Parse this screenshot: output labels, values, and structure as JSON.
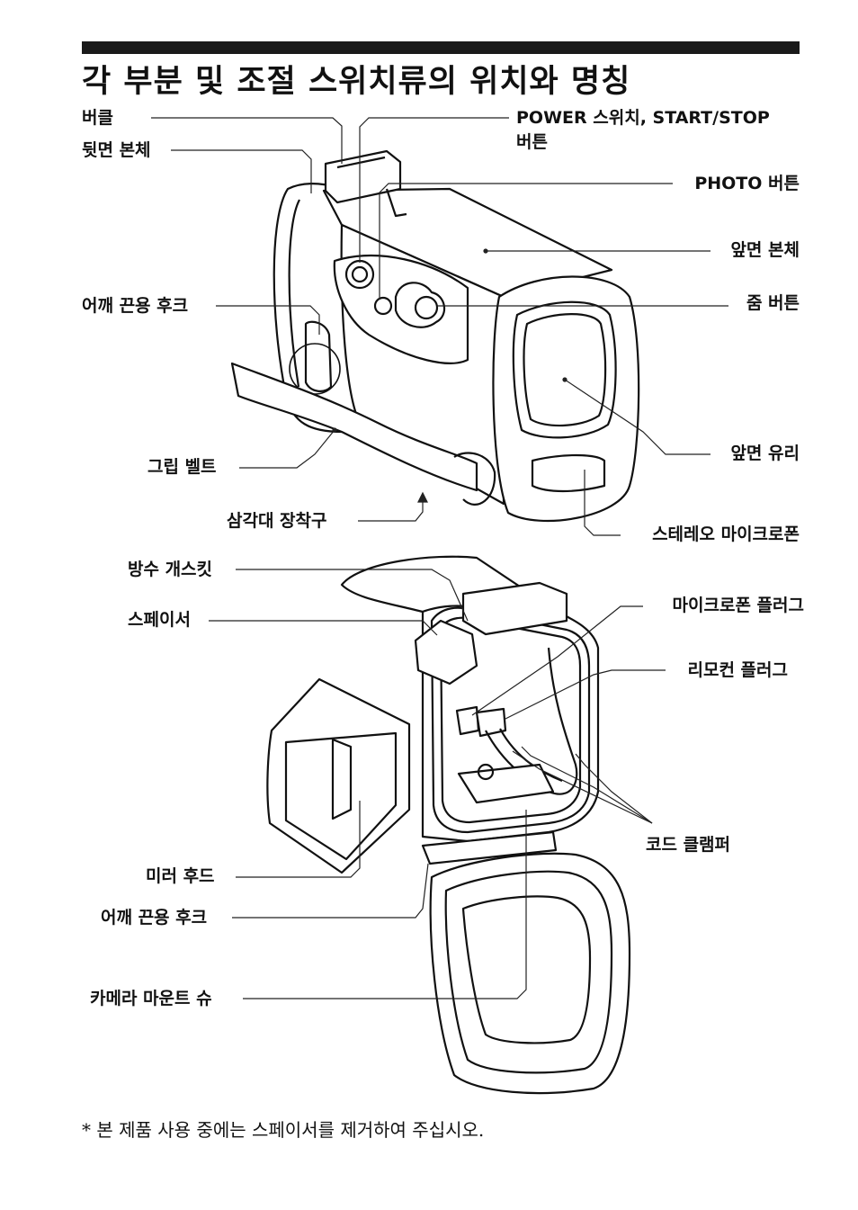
{
  "title": "각 부분 및 조절 스위치류의 위치와 명칭",
  "labels": {
    "buckle": "버클",
    "rear_body": "뒷면 본체",
    "power_switch_line1": "POWER 스위치, START/STOP",
    "power_switch_line2": "버튼",
    "photo_button": "PHOTO 버튼",
    "front_body": "앞면 본체",
    "shoulder_hook_top": "어깨 끈용 후크",
    "zoom_button": "줌 버튼",
    "front_glass": "앞면 유리",
    "grip_belt": "그립 벨트",
    "stereo_mic": "스테레오 마이크로폰",
    "tripod_socket": "삼각대 장착구",
    "gasket": "방수 개스킷",
    "spacer": "스페이서",
    "mic_plug": "마이크로폰 플러그",
    "remote_plug": "리모컨 플러그",
    "cord_clamper": "코드 클램퍼",
    "mirror_hood": "미러 후드",
    "shoulder_hook_bottom": "어깨 끈용 후크",
    "camera_mount": "카메라 마운트 슈"
  },
  "footnote": "* 본 제품 사용 중에는 스페이서를 제거하여 주십시오."
}
